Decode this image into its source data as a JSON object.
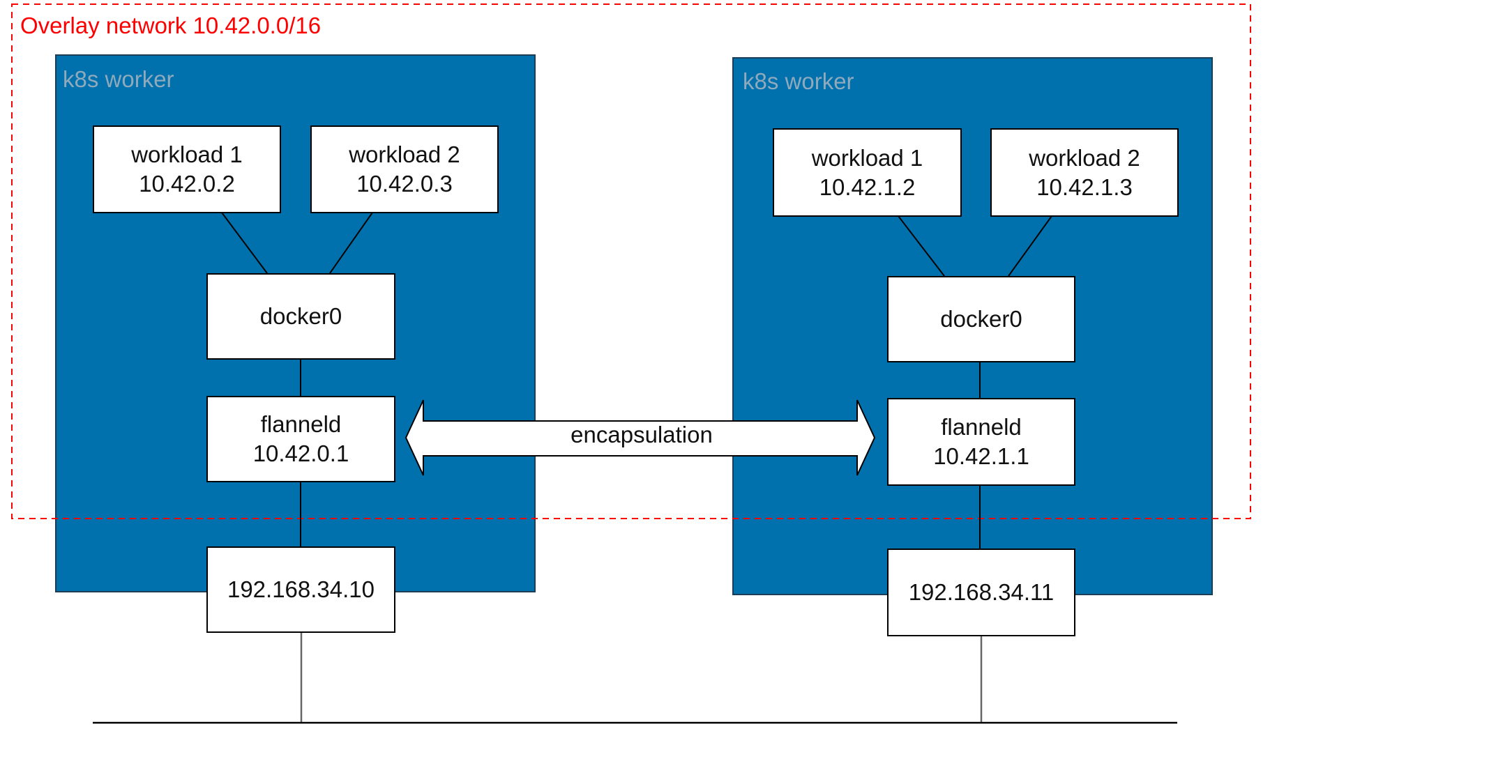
{
  "overlay": {
    "label": "Overlay network 10.42.0.0/16",
    "color": "#ff0000"
  },
  "colors": {
    "worker_fill": "#0071ad",
    "worker_label": "#8fa9bd",
    "line": "#000000"
  },
  "workers": [
    {
      "label": "k8s worker",
      "workloads": [
        {
          "name": "workload 1",
          "ip": "10.42.0.2"
        },
        {
          "name": "workload 2",
          "ip": "10.42.0.3"
        }
      ],
      "bridge": "docker0",
      "flannel": {
        "name": "flanneld",
        "ip": "10.42.0.1"
      },
      "host_ip": "192.168.34.10"
    },
    {
      "label": "k8s worker",
      "workloads": [
        {
          "name": "workload 1",
          "ip": "10.42.1.2"
        },
        {
          "name": "workload 2",
          "ip": "10.42.1.3"
        }
      ],
      "bridge": "docker0",
      "flannel": {
        "name": "flanneld",
        "ip": "10.42.1.1"
      },
      "host_ip": "192.168.34.11"
    }
  ],
  "tunnel": {
    "label": "encapsulation"
  }
}
